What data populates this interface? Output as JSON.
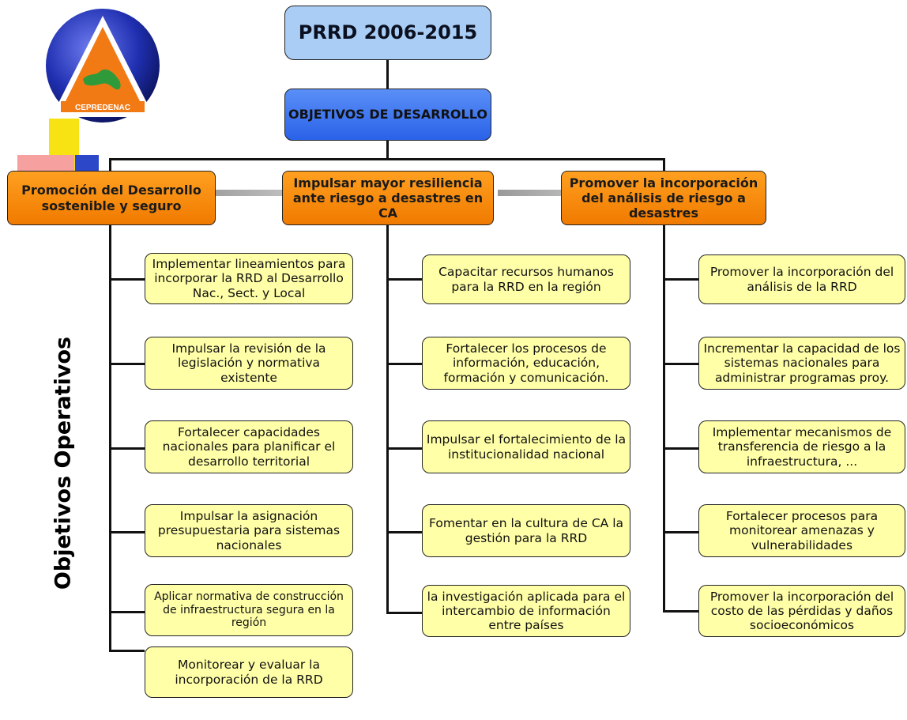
{
  "root": {
    "title": "PRRD 2006-2015"
  },
  "development": {
    "label": "OBJETIVOS DE DESARROLLO"
  },
  "side_label": "Objetivos Operativos",
  "logo": {
    "text": "CEPREDENAC"
  },
  "goals": [
    {
      "label": "Promoción del Desarrollo sostenible y seguro",
      "objectives": [
        "Implementar lineamientos para incorporar la RRD al Desarrollo Nac., Sect. y Local",
        "Impulsar la revisión de la legislación y normativa existente",
        "Fortalecer capacidades nacionales para planificar el desarrollo territorial",
        "Impulsar la asignación presupuestaria para sistemas nacionales",
        "Aplicar normativa de construcción de infraestructura segura en la región",
        "Monitorear y evaluar la incorporación de la RRD"
      ]
    },
    {
      "label": "Impulsar mayor resiliencia ante riesgo a desastres en CA",
      "objectives": [
        "Capacitar recursos humanos para la RRD en la región",
        "Fortalecer los procesos de información, educación, formación y comunicación.",
        "Impulsar el fortalecimiento de la institucionalidad nacional",
        "Fomentar en la cultura de CA la gestión para la RRD",
        "la investigación aplicada para el intercambio de información entre países"
      ]
    },
    {
      "label": "Promover la incorporación del análisis de riesgo a desastres",
      "objectives": [
        "Promover la incorporación del análisis de la RRD",
        "Incrementar la capacidad de los sistemas nacionales para administrar programas proy.",
        "Implementar mecanismos de transferencia de riesgo a la infraestructura, ...",
        "Fortalecer procesos para monitorear amenazas y vulnerabilidades",
        "Promover la incorporación del costo de las pérdidas y daños socioeconómicos"
      ]
    }
  ]
}
